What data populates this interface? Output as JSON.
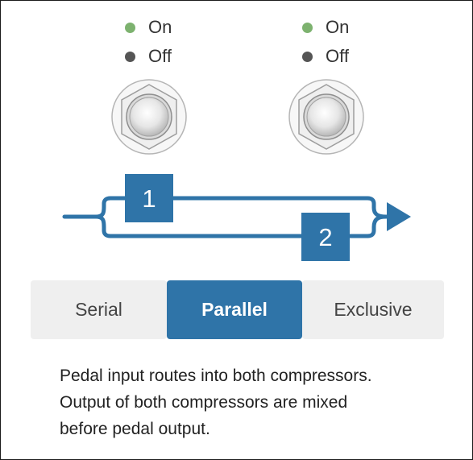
{
  "footswitches": [
    {
      "id": "1",
      "on_label": "On",
      "off_label": "Off",
      "led_colors": {
        "on": "#7db26f",
        "off": "#555555"
      }
    },
    {
      "id": "2",
      "on_label": "On",
      "off_label": "Off",
      "led_colors": {
        "on": "#7db26f",
        "off": "#555555"
      }
    }
  ],
  "routing_diagram": {
    "box_labels": [
      "1",
      "2"
    ],
    "accent_color": "#2f74a8"
  },
  "mode_selector": {
    "options": [
      {
        "label": "Serial",
        "selected": false
      },
      {
        "label": "Parallel",
        "selected": true
      },
      {
        "label": "Exclusive",
        "selected": false
      }
    ]
  },
  "description": {
    "lines": [
      "Pedal input routes into both compressors.",
      "Output of both compressors are mixed",
      "before pedal output."
    ]
  }
}
